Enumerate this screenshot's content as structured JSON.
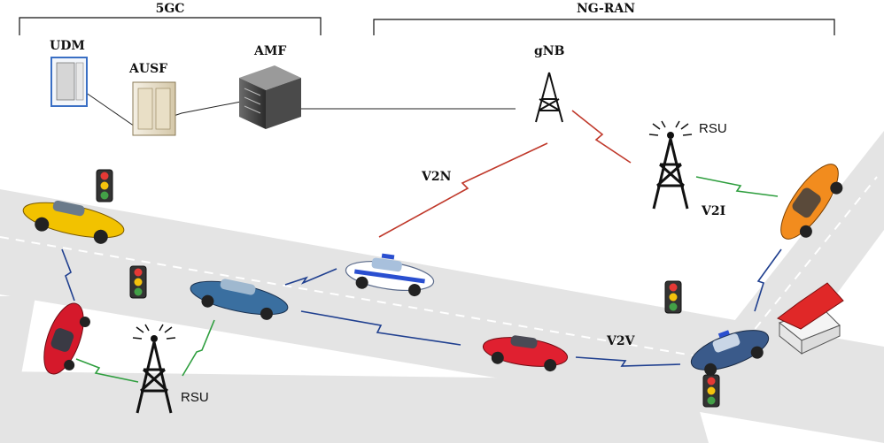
{
  "core": {
    "title": "5GC",
    "udm": "UDM",
    "ausf": "AUSF",
    "amf": "AMF"
  },
  "ran": {
    "title": "NG-RAN",
    "gnb": "gNB"
  },
  "rsu_right": "RSU",
  "rsu_left": "RSU",
  "links": {
    "v2n": "V2N",
    "v2i": "V2I",
    "v2v": "V2V"
  },
  "colors": {
    "road": "#e4e4e4",
    "v2n_link": "#c0392b",
    "v2i_link": "#2e9e3e",
    "v2v_link": "#1f3f8f",
    "police_car": "#ffffff",
    "yellow_car": "#f2c200",
    "red_car": "#d5192b",
    "orange_car": "#f28c1e",
    "blue_car": "#3a6fa0"
  }
}
